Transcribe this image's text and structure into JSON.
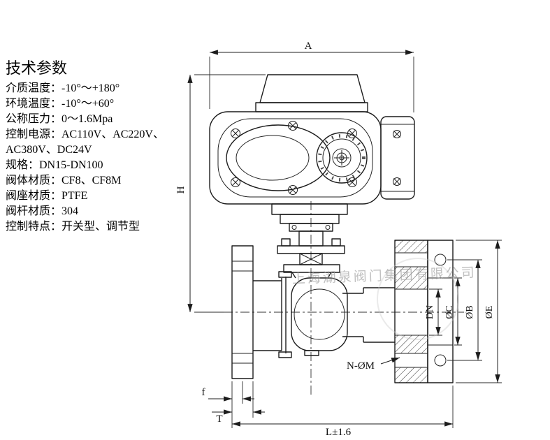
{
  "page": {
    "background": "#ffffff"
  },
  "specs": {
    "title": "技术参数",
    "lines": [
      "介质温度：-10°～+180°",
      "环境温度：-10°～+60°",
      "公称压力：0～1.6Mpa",
      "控制电源：AC110V、AC220V、",
      "AC380V、DC24V",
      "规格：DN15-DN100",
      "阀体材质：CF8、CF8M",
      "阀座材质：PTFE",
      "阀杆材质：304",
      "控制特点：开关型、调节型"
    ]
  },
  "drawing": {
    "dim_labels": {
      "a": "A",
      "h": "H",
      "dn": "DN",
      "phi_c": "ØC",
      "phi_b": "ØB",
      "phi_e": "ØE",
      "n_m": "N-ØM",
      "f": "f",
      "t": "T",
      "l": "L±1.6"
    }
  },
  "watermark": {
    "text": "上海湖泉阀门集团有限公司",
    "color": "#9a9a9a"
  },
  "colors": {
    "line": "#1c1c1c",
    "background": "#ffffff"
  }
}
